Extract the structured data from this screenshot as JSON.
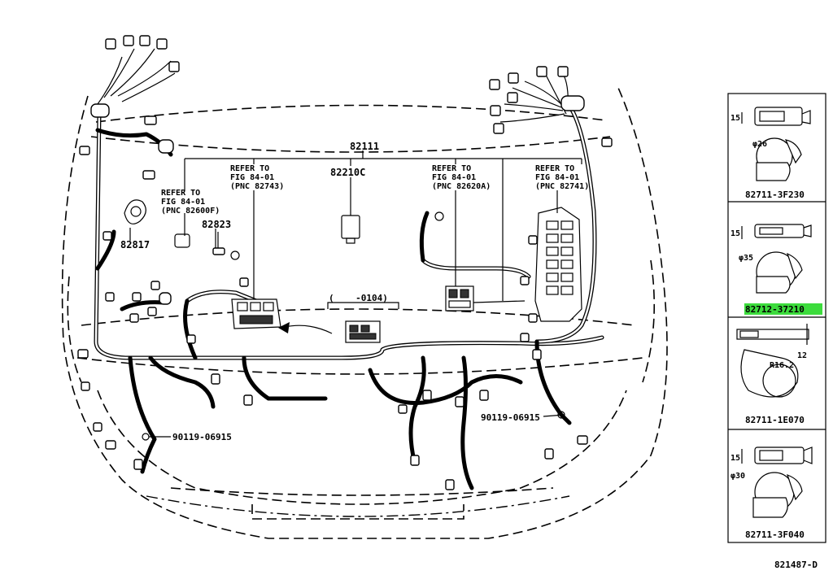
{
  "labels": {
    "main_harness": "82111",
    "c1": "82210C",
    "c2": "82823",
    "c3": "82817",
    "bolt_left": "90119-06915",
    "bolt_right": "90119-06915",
    "range": "(    -0104)",
    "drawing_no": "821487-D"
  },
  "refs": [
    {
      "line1": "REFER TO",
      "line2": "FIG 84-01",
      "line3": "(PNC 82743)"
    },
    {
      "line1": "REFER TO",
      "line2": "FIG 84-01",
      "line3": "(PNC 82600F)"
    },
    {
      "line1": "REFER TO",
      "line2": "FIG 84-01",
      "line3": "(PNC 82620A)"
    },
    {
      "line1": "REFER TO",
      "line2": "FIG 84-01",
      "line3": "(PNC 82741)"
    }
  ],
  "clamps": [
    {
      "part": "82711-3F230",
      "dim_a": "15",
      "dim_b": "φ26",
      "highlight": false
    },
    {
      "part": "82712-37210",
      "dim_a": "15",
      "dim_b": "φ35",
      "highlight": true
    },
    {
      "part": "82711-1E070",
      "dim_a": "12",
      "dim_b": "R16.2",
      "highlight": false
    },
    {
      "part": "82711-3F040",
      "dim_a": "15",
      "dim_b": "φ30",
      "highlight": false
    }
  ],
  "colors": {
    "line": "#000000",
    "highlight": "#3ddc3d",
    "background": "#ffffff"
  }
}
